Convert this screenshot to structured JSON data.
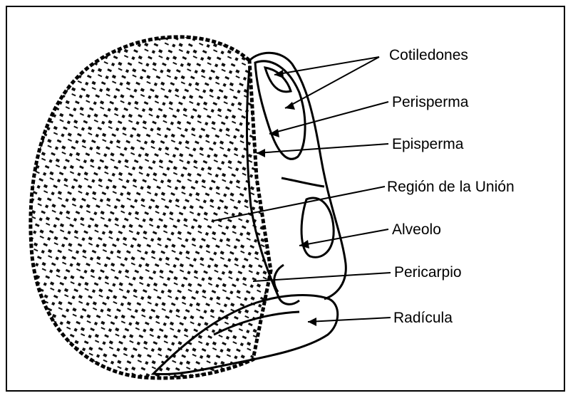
{
  "labels": {
    "cotiledones": "Cotiledones",
    "perisperma": "Perisperma",
    "episperma": "Episperma",
    "region_union": "Región de la Unión",
    "alveolo": "Alveolo",
    "pericarpio": "Pericarpio",
    "radicula": "Radícula"
  },
  "colors": {
    "ink": "#000000",
    "background": "#ffffff"
  }
}
